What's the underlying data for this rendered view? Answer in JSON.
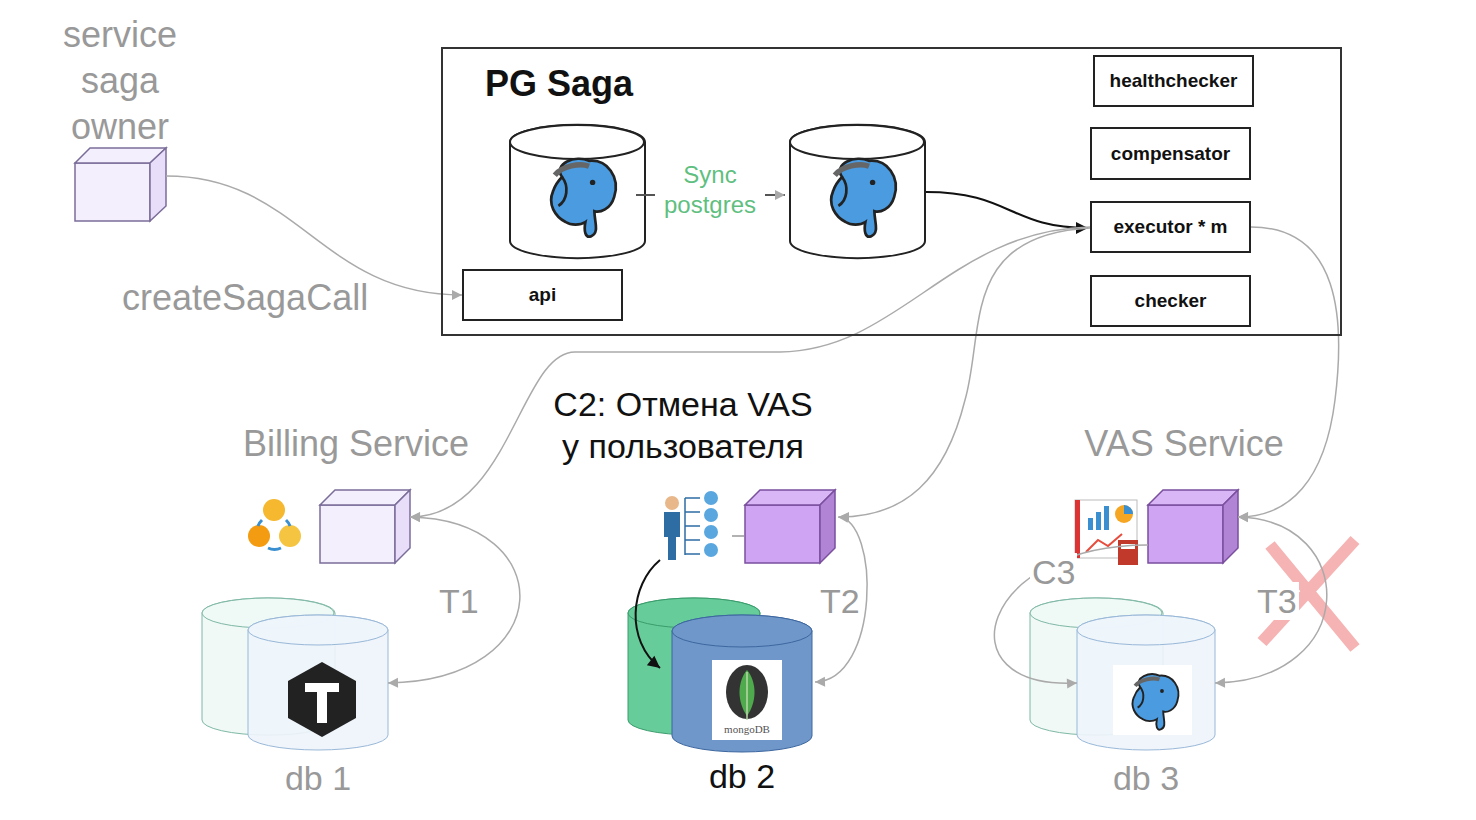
{
  "diagram": {
    "nodes": [
      {
        "text": [
          "service saga owner"
        ]
      },
      {
        "text": [
          "PG Saga"
        ]
      },
      {
        "text": [
          "healthchecker"
        ],
        "in": 1
      },
      {
        "text": [
          "compensator"
        ],
        "in": 1
      },
      {
        "text": [
          "executor * m"
        ],
        "in": 1
      },
      {
        "text": [
          "api"
        ],
        "in": 1
      },
      {
        "text": [
          "checker"
        ],
        "in": 1
      },
      {
        "text": [
          "Billing Service"
        ]
      },
      {
        "text": [
          "VAS Service"
        ]
      },
      {
        "text": [
          "db 1"
        ]
      },
      {
        "text": [
          "db 2"
        ]
      },
      {
        "text": [
          "db 3"
        ]
      }
    ],
    "edges": [
      {
        "from": 0,
        "to": 5,
        "label": "createSagaCall",
        "arrow": "to"
      },
      {
        "from": 4,
        "to": 7,
        "arrow": "to"
      },
      {
        "from": 4,
        "to": 8,
        "arrow": "to"
      },
      {
        "from": 7,
        "to": 9,
        "label": "T1",
        "arrow": "both"
      },
      {
        "from": 8,
        "to": 11,
        "label": "C3",
        "arrow": "to"
      },
      {
        "from": 8,
        "to": 11,
        "label": "T3",
        "arrow": "both"
      }
    ],
    "labels": [
      "Sync postgres",
      "C2: Отмена VAS у пользователя",
      "T2",
      "mongoDB"
    ]
  }
}
